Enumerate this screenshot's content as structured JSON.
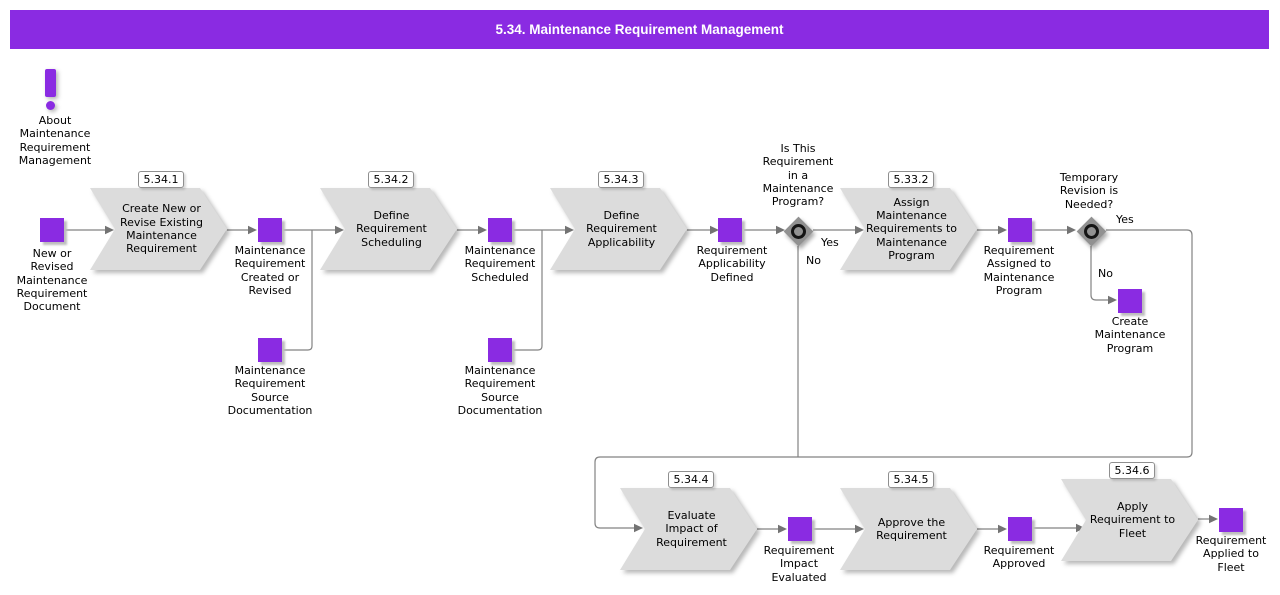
{
  "title": "5.34. Maintenance Requirement Management",
  "about": {
    "label": "About\nMaintenance\nRequirement\nManagement"
  },
  "colors": {
    "accent": "#8a2be2",
    "chevron_fill": "#dcdcdc",
    "line": "#828282",
    "diamond_fill": "#919191"
  },
  "chevrons": {
    "c1": {
      "badge": "5.34.1",
      "label": "Create New or\nRevise Existing\nMaintenance\nRequirement"
    },
    "c2": {
      "badge": "5.34.2",
      "label": "Define\nRequirement\nScheduling"
    },
    "c3": {
      "badge": "5.34.3",
      "label": "Define\nRequirement\nApplicability"
    },
    "c4": {
      "badge": "5.33.2",
      "label": "Assign\nMaintenance\nRequirements to\nMaintenance\nProgram"
    },
    "c5": {
      "badge": "5.34.4",
      "label": "Evaluate\nImpact of\nRequirement"
    },
    "c6": {
      "badge": "5.34.5",
      "label": "Approve the\nRequirement"
    },
    "c7": {
      "badge": "5.34.6",
      "label": "Apply\nRequirement to\nFleet"
    }
  },
  "events": {
    "e1": "New or\nRevised\nMaintenance\nRequirement\nDocument",
    "e2": "Maintenance\nRequirement\nCreated or\nRevised",
    "e2src": "Maintenance\nRequirement\nSource\nDocumentation",
    "e3": "Maintenance\nRequirement\nScheduled",
    "e3src": "Maintenance\nRequirement\nSource\nDocumentation",
    "e4": "Requirement\nApplicability\nDefined",
    "e5": "Requirement\nAssigned to\nMaintenance\nProgram",
    "e6": "Create\nMaintenance\nProgram",
    "e7": "Requirement\nImpact\nEvaluated",
    "e8": "Requirement\nApproved",
    "e9": "Requirement\nApplied to\nFleet"
  },
  "decisions": {
    "d1": {
      "question": "Is This\nRequirement\nin a\nMaintenance\nProgram?",
      "yes": "Yes",
      "no": "No"
    },
    "d2": {
      "question": "Temporary\nRevision is\nNeeded?",
      "yes": "Yes",
      "no": "No"
    }
  }
}
